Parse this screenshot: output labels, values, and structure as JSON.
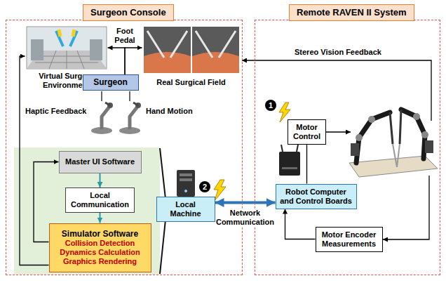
{
  "diagram": {
    "nodes": [
      {
        "text": [
          "Surgeon Console"
        ]
      },
      {
        "text": [
          "Virtual Surgery Environment"
        ],
        "in": 0
      },
      {
        "text": [
          "Real Surgical Field"
        ],
        "in": 0
      },
      {
        "text": [
          "Surgeon"
        ],
        "in": 0
      },
      {
        "text": [
          "Master UI Software"
        ],
        "in": 0
      },
      {
        "text": [
          "Local Communication"
        ],
        "in": 0
      },
      {
        "text": [
          "Simulator Software",
          "Collision Detection",
          "Dynamics Calculation",
          "Graphics Rendering"
        ],
        "in": 0
      },
      {
        "text": [
          "Local Machine"
        ],
        "in": 0
      },
      {
        "text": [
          "Remote RAVEN II System"
        ]
      },
      {
        "text": [
          "Motor Control"
        ],
        "in": 8
      },
      {
        "text": [
          "Robot Computer and Control Boards"
        ],
        "in": 8
      },
      {
        "text": [
          "Motor Encoder Measurements"
        ],
        "in": 8
      }
    ],
    "edges": [
      {
        "from": 3,
        "to": 1,
        "arrow": "to"
      },
      {
        "from": 3,
        "to": 2,
        "arrow": "to"
      },
      {
        "from": 4,
        "to": 5,
        "arrow": "to"
      },
      {
        "from": 5,
        "to": 6,
        "arrow": "to"
      },
      {
        "from": 6,
        "to": 4,
        "arrow": "to"
      },
      {
        "from": 6,
        "to": 1,
        "arrow": "to"
      },
      {
        "from": 7,
        "to": 10,
        "label": "Network Communication",
        "arrow": "both"
      },
      {
        "from": 10,
        "to": 9,
        "arrow": "none"
      },
      {
        "from": 11,
        "to": 10,
        "arrow": "to"
      }
    ],
    "labels": [
      "Foot Pedal",
      "Haptic Feedback",
      "Hand Motion",
      "Stereo Vision Feedback",
      "1",
      "2"
    ]
  }
}
